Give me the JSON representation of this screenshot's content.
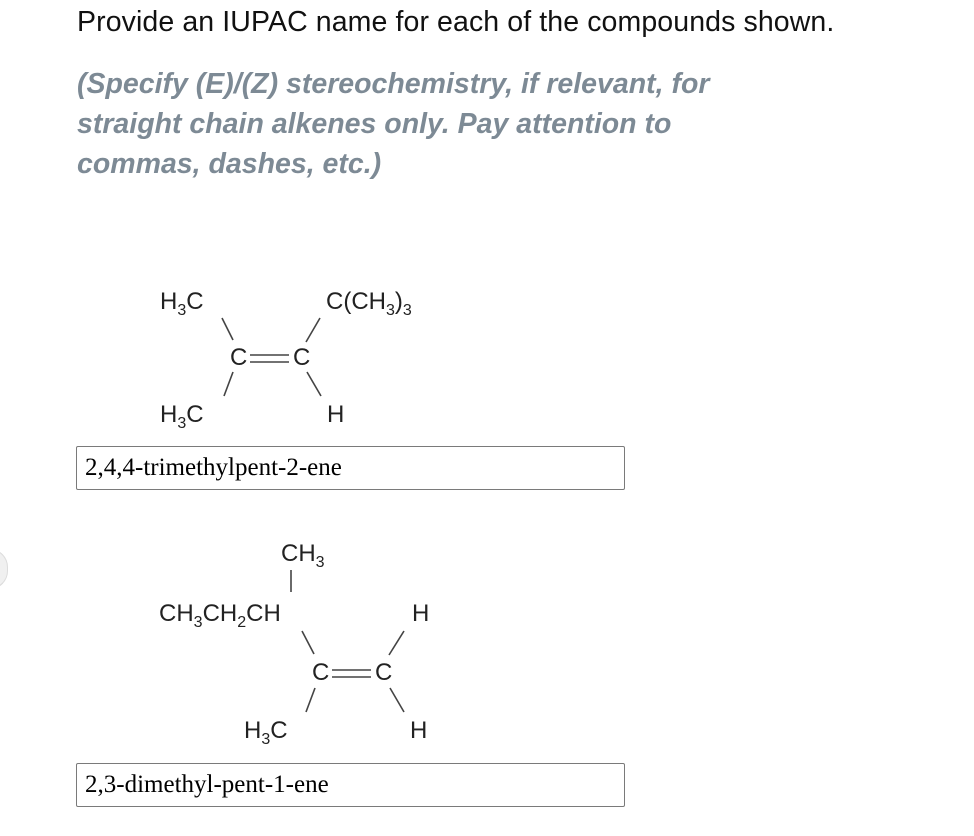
{
  "question": {
    "prompt": "Provide an IUPAC name for each of the compounds shown.",
    "instruction_lines": [
      "(Specify (E)/(Z) stereochemistry, if relevant, for",
      "straight chain alkenes only. Pay attention to",
      "commas, dashes, etc.)"
    ]
  },
  "compound_1": {
    "group_top_left": "H3C",
    "group_top_right": "C(CH3)3",
    "double_bond": "C=C",
    "group_bottom_left": "H3C",
    "group_bottom_right": "H",
    "answer_value": "2,4,4-trimethylpent-2-ene"
  },
  "compound_2": {
    "group_branch_top": "CH3",
    "group_chain": "CH3CH2CH",
    "group_top_right": "H",
    "double_bond": "C=C",
    "group_bottom_left": "H3C",
    "group_bottom_right": "H",
    "answer_value": "2,3-dimethyl-pent-1-ene"
  }
}
